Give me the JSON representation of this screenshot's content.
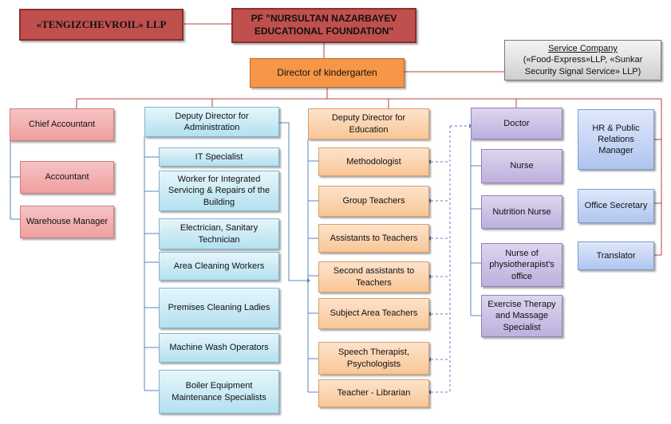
{
  "top": {
    "company": "«TENGIZCHEVROIL» LLP",
    "foundation": "PF \"NURSULTAN NAZARBAYEV EDUCATIONAL FOUNDATION\""
  },
  "service": {
    "title": "Service Company",
    "detail": "(«Food-Express»LLP, «Sunkar Security Signal Service» LLP)"
  },
  "director": "Director of kindergarten",
  "accounting": {
    "head": "Chief Accountant",
    "items": [
      "Accountant",
      "Warehouse Manager"
    ]
  },
  "administration": {
    "head": "Deputy Director for Administration",
    "items": [
      "IT Specialist",
      "Worker for Integrated Servicing & Repairs of the Building",
      "Electrician, Sanitary Technician",
      "Area Cleaning Workers",
      "Premises Cleaning Ladies",
      "Machine Wash Operators",
      "Boiler Equipment Maintenance Specialists"
    ]
  },
  "education": {
    "head": "Deputy Director for Education",
    "items": [
      "Methodologist",
      "Group Teachers",
      "Assistants to Teachers",
      "Second assistants to Teachers",
      "Subject Area Teachers",
      "Speech Therapist, Psychologists",
      "Teacher - Librarian"
    ]
  },
  "medical": {
    "head": "Doctor",
    "items": [
      "Nurse",
      "Nutrition Nurse",
      "Nurse of physiotherapist's office",
      "Exercise Therapy and Massage Specialist"
    ]
  },
  "staff": {
    "items": [
      "HR & Public Relations Manager",
      "Office Secretary",
      "Translator"
    ]
  }
}
